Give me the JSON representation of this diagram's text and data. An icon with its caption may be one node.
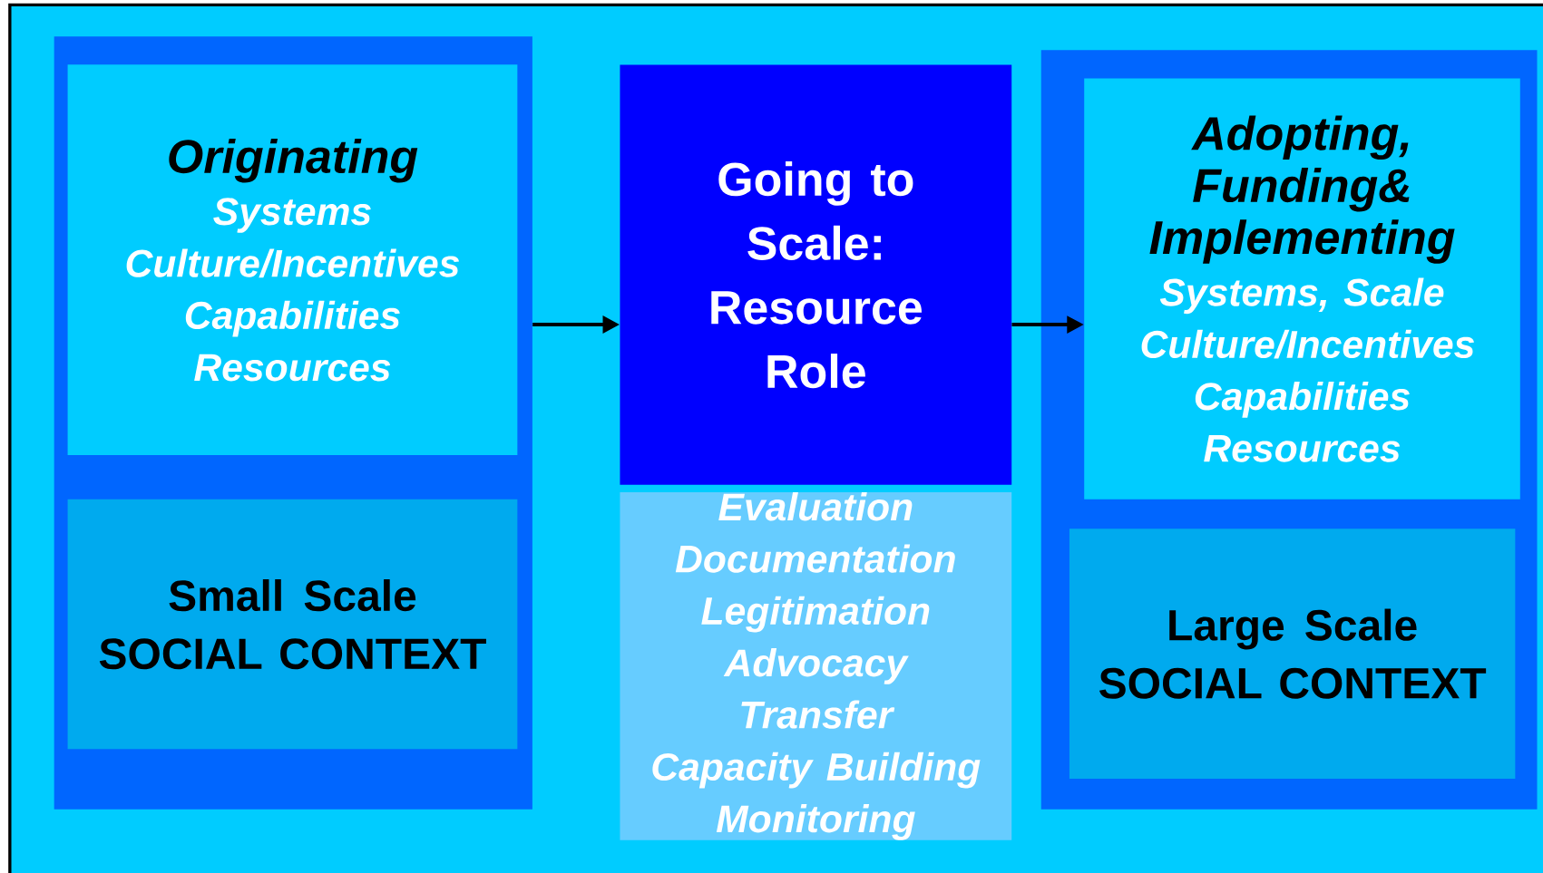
{
  "diagram": {
    "nodes": [
      {
        "text": [],
        "shape": "box"
      },
      {
        "text": [
          "Originating",
          "Systems",
          "Culture/Incentives",
          "Capabilities",
          "Resources"
        ],
        "in": 0
      },
      {
        "text": [
          "Small Scale",
          "SOCIAL CONTEXT"
        ],
        "in": 0
      },
      {
        "text": [
          "Going to Scale: Resource Role"
        ]
      },
      {
        "text": [
          "Evaluation",
          "Documentation",
          "Legitimation",
          "Advocacy",
          "Transfer",
          "Capacity Building",
          "Monitoring"
        ]
      },
      {
        "text": [],
        "shape": "box"
      },
      {
        "text": [
          "Adopting, Funding& Implementing",
          "Systems, Scale",
          "Culture/Incentives",
          "Capabilities",
          "Resources"
        ],
        "in": 5
      },
      {
        "text": [
          "Large Scale",
          "SOCIAL CONTEXT"
        ],
        "in": 5
      }
    ],
    "edges": [
      {
        "from": 0,
        "to": 3,
        "arrow": "to"
      },
      {
        "from": 3,
        "to": 6,
        "arrow": "to"
      }
    ]
  }
}
